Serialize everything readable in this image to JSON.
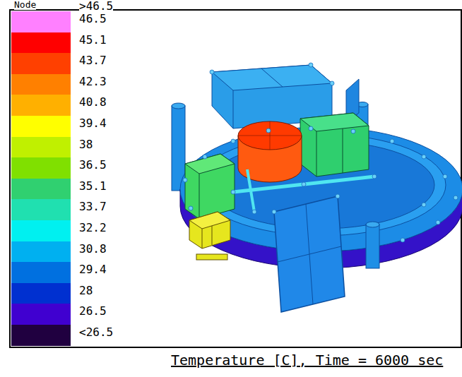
{
  "diagram": {
    "caption": "Temperature [C], Time = 6000 sec",
    "labels": [
      "Node",
      ">46.5"
    ],
    "legend": [
      {
        "text": "46.5",
        "color": "#ff80ff"
      },
      {
        "text": "45.1",
        "color": "#ff0000"
      },
      {
        "text": "43.7",
        "color": "#ff4000"
      },
      {
        "text": "42.3",
        "color": "#ff8000"
      },
      {
        "text": "40.8",
        "color": "#ffb000"
      },
      {
        "text": "39.4",
        "color": "#ffff00"
      },
      {
        "text": "38",
        "color": "#c0f000"
      },
      {
        "text": "36.5",
        "color": "#80e000"
      },
      {
        "text": "35.1",
        "color": "#30d070"
      },
      {
        "text": "33.7",
        "color": "#20e0b0"
      },
      {
        "text": "32.2",
        "color": "#00f0f0"
      },
      {
        "text": "30.8",
        "color": "#00b0f0"
      },
      {
        "text": "29.4",
        "color": "#0070e0"
      },
      {
        "text": "28",
        "color": "#0030d0"
      },
      {
        "text": "26.5",
        "color": "#4000d0"
      },
      {
        "text": "<26.5",
        "color": "#200040"
      }
    ]
  }
}
